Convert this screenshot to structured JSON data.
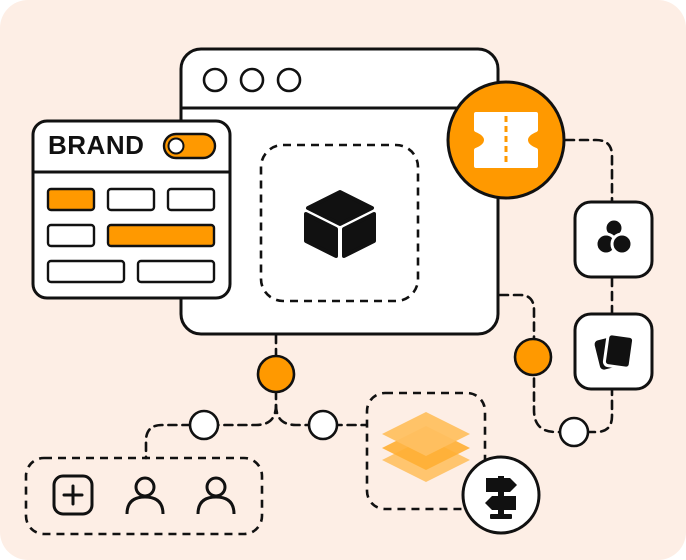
{
  "brand_card": {
    "title": "BRAND",
    "toggle_state": "on"
  },
  "colors": {
    "background": "#fdeee5",
    "accent": "#ff9900",
    "outline": "#111111",
    "panel": "#ffffff",
    "layers": "#ffc061"
  },
  "browser_window": {
    "controls": [
      "circle",
      "circle",
      "circle"
    ],
    "center_icon": "cube-icon"
  },
  "nodes": {
    "ticket": "ticket-icon",
    "groups": "circles-cluster-icon",
    "cards": "stacked-cards-icon",
    "signpost": "signpost-icon",
    "layers": "layers-stack-icon",
    "add": "plus-square-icon",
    "people": [
      "user-icon",
      "user-icon"
    ]
  }
}
